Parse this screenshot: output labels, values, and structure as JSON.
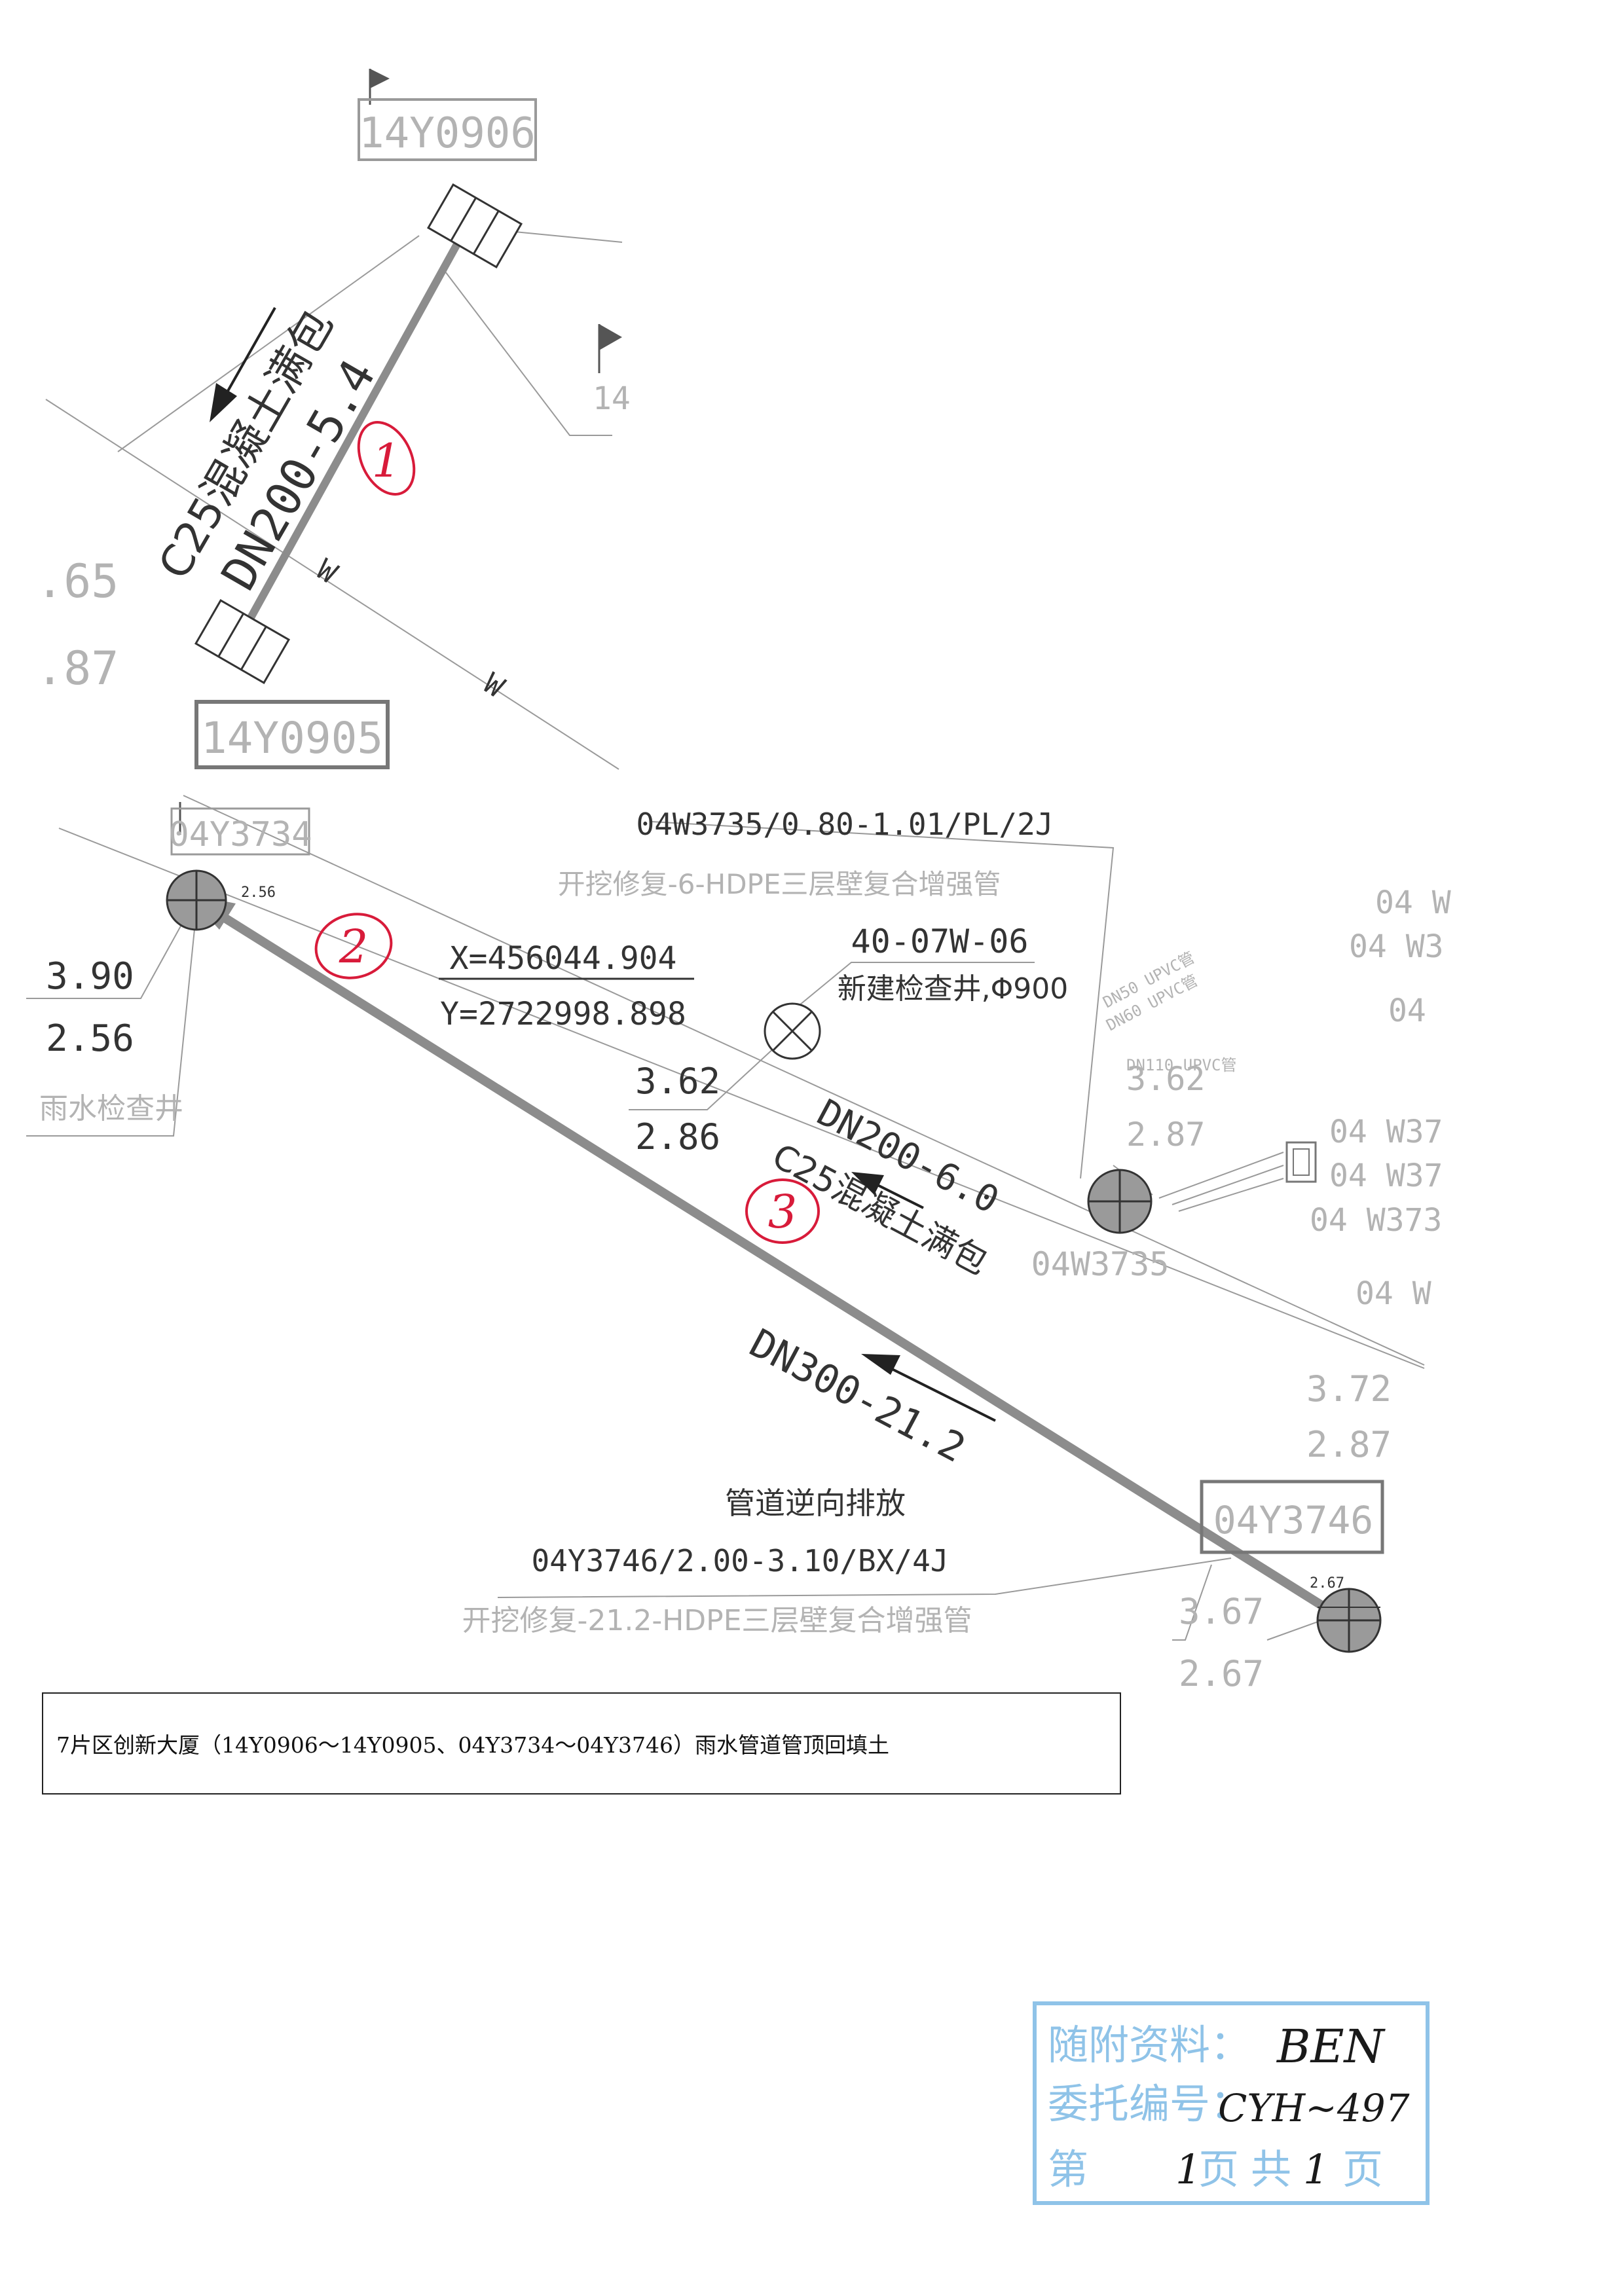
{
  "wells": {
    "w14y0906": "14Y0906",
    "w14y0905": "14Y0905",
    "w04y3734": "04Y3734",
    "w04y3746": "04Y3746",
    "w04w3735": "04W3735",
    "w40_07w_06": "40-07W-06"
  },
  "segments": {
    "seg1_size": "DN200-5.4",
    "seg1_note": "C25混凝土满包",
    "seg3_size": "DN200-6.0",
    "seg3_note": "C25混凝土满包",
    "seg2_size": "DN300-21.2",
    "seg2_note": "管道逆向排放"
  },
  "labels": {
    "w_main_spec": "04W3735/0.80-1.01/PL/2J",
    "w_main_repair": "开挖修复-6-HDPE三层壁复合增强管",
    "y_main_spec": "04Y3746/2.00-3.10/BX/4J",
    "y_main_repair": "开挖修复-21.2-HDPE三层壁复合增强管",
    "new_well": "新建检查井,Φ900",
    "coord_x": "X=456044.904",
    "coord_y": "Y=2722998.898",
    "rain_well": "雨水检查井",
    "w_pipe_mark": "W",
    "upvc1": "DN50 UPVC管",
    "upvc2": "DN60 UPVC管",
    "upvc3": "DN110 UPVC管"
  },
  "elevations": {
    "left_top_1": ".65",
    "left_top_2": ".87",
    "y3734_top": "3.90",
    "y3734_bottom": "2.56",
    "y3734_small": "2.56",
    "new_well_top": "3.62",
    "new_well_bottom": "2.86",
    "w3735_top": "3.62",
    "w3735_bottom": "2.87",
    "right_top": "3.72",
    "right_bottom": "2.87",
    "y3746_top": "3.67",
    "y3746_bottom": "2.67",
    "y3746_small": "2.67"
  },
  "edge_text": {
    "e1": "04 W",
    "e2": "04 W3",
    "e3": "04",
    "e4": "04 W37",
    "e5": "04 W37",
    "e6": "04 W373",
    "e7": "04 W",
    "e8": "14"
  },
  "handwritten": {
    "mark1": "1",
    "mark2": "2",
    "mark3": "3"
  },
  "caption": "7片区创新大厦（14Y0906～14Y0905、04Y3734～04Y3746）雨水管道管顶回填土",
  "stamp": {
    "line1": "随附资料：",
    "line2": "委托编号：",
    "line3_prefix": "第",
    "line3_page": "页",
    "line3_total": "共",
    "line3_suffix": "页",
    "page_num": "1",
    "total_num": "1",
    "sig1": "BEN",
    "sig2": "CYH~497"
  }
}
